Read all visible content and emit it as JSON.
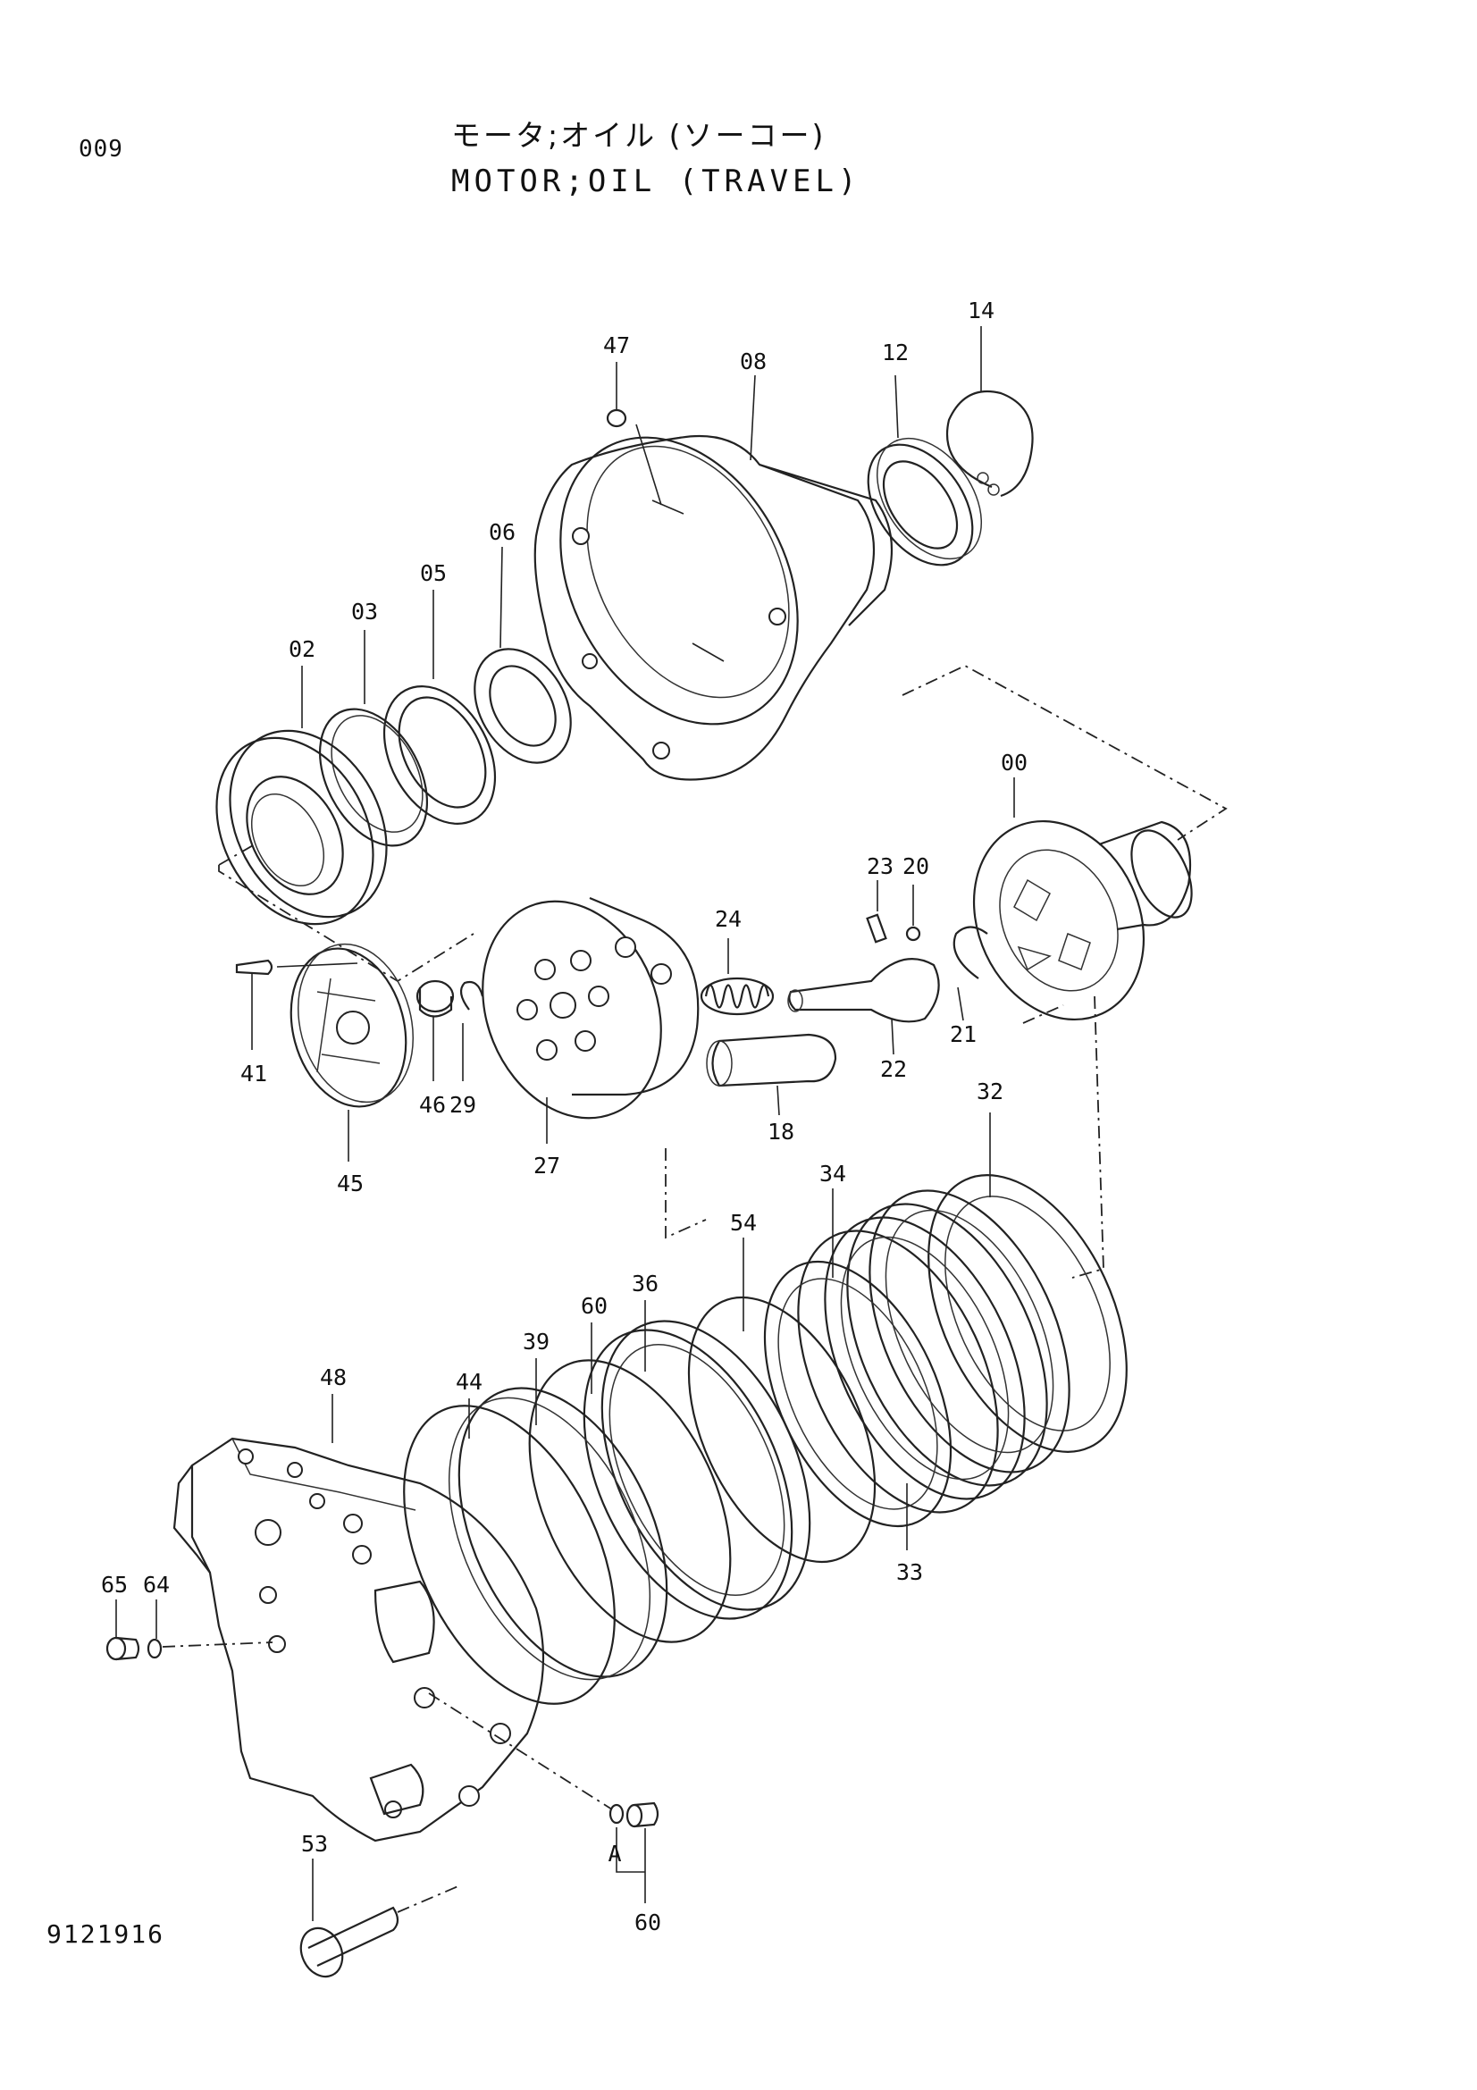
{
  "header": {
    "page_code": "009",
    "title_jp": "モータ;オイル (ソーコー)",
    "title_en": "MOTOR;OIL (TRAVEL)"
  },
  "footer": {
    "drawing_number": "9121916"
  },
  "callouts": [
    "00",
    "02",
    "03",
    "05",
    "06",
    "08",
    "12",
    "14",
    "18",
    "20",
    "21",
    "22",
    "23",
    "24",
    "27",
    "29",
    "32",
    "33",
    "34",
    "36",
    "39",
    "41",
    "44",
    "45",
    "46",
    "47",
    "48",
    "53",
    "54",
    "60",
    "64",
    "65",
    "A"
  ]
}
